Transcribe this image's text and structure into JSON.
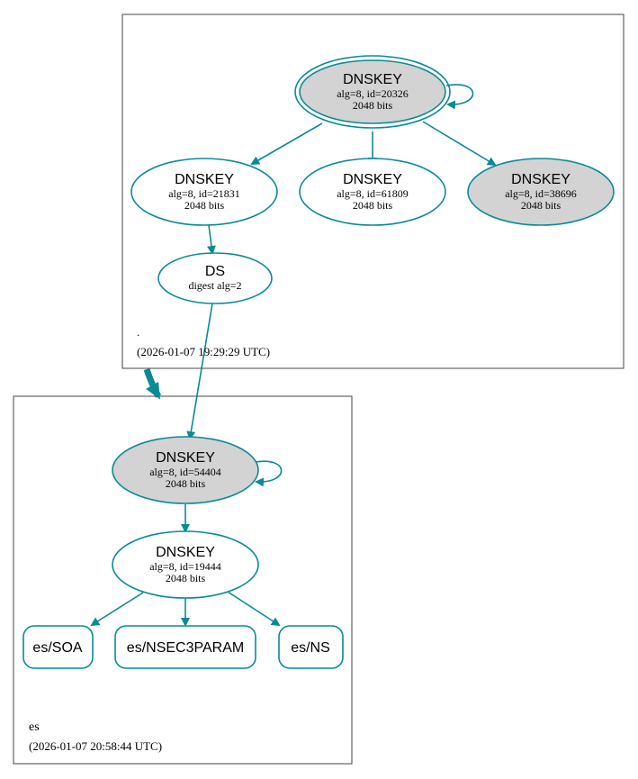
{
  "colors": {
    "edge": "#0a8a96",
    "node_fill_gray": "#d3d3d3",
    "zone_border": "#444444"
  },
  "zones": {
    "root": {
      "label": ".",
      "timestamp": "(2026-01-07 19:29:29 UTC)"
    },
    "es": {
      "label": "es",
      "timestamp": "(2026-01-07 20:58:44 UTC)"
    }
  },
  "nodes": {
    "root_ksk": {
      "title": "DNSKEY",
      "line1": "alg=8, id=20326",
      "line2": "2048 bits"
    },
    "root_zsk1": {
      "title": "DNSKEY",
      "line1": "alg=8, id=21831",
      "line2": "2048 bits"
    },
    "root_zsk2": {
      "title": "DNSKEY",
      "line1": "alg=8, id=61809",
      "line2": "2048 bits"
    },
    "root_zsk3": {
      "title": "DNSKEY",
      "line1": "alg=8, id=38696",
      "line2": "2048 bits"
    },
    "es_ds": {
      "title": "DS",
      "line1": "digest alg=2"
    },
    "es_ksk": {
      "title": "DNSKEY",
      "line1": "alg=8, id=54404",
      "line2": "2048 bits"
    },
    "es_zsk": {
      "title": "DNSKEY",
      "line1": "alg=8, id=19444",
      "line2": "2048 bits"
    },
    "es_soa": {
      "title": "es/SOA"
    },
    "es_nsec3param": {
      "title": "es/NSEC3PARAM"
    },
    "es_ns": {
      "title": "es/NS"
    }
  }
}
